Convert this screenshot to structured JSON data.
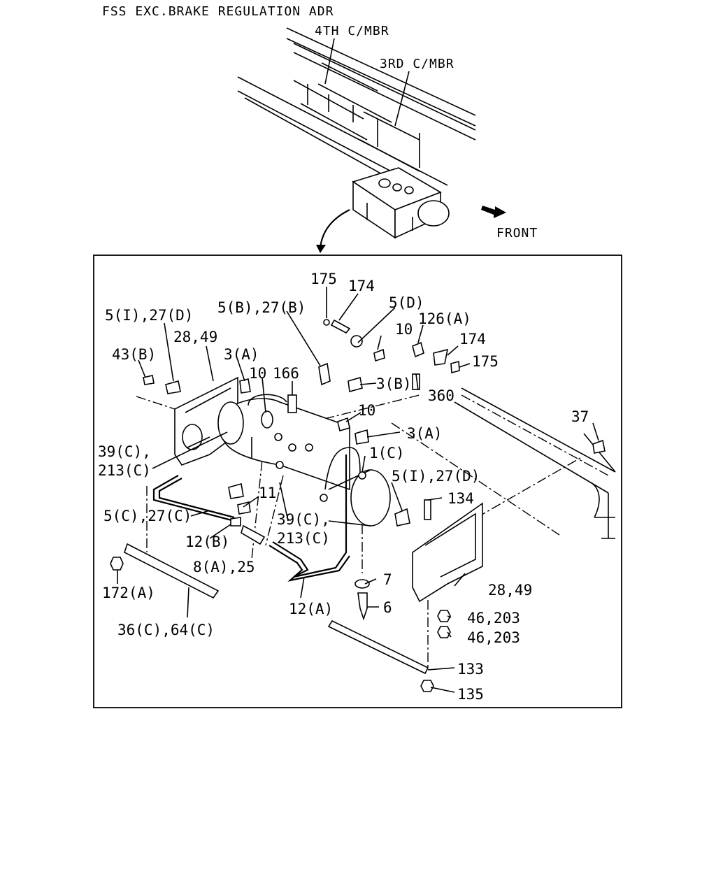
{
  "header": {
    "title": "FSS EXC.BRAKE REGULATION ADR",
    "member_4th": "4TH C/MBR",
    "member_3rd": "3RD C/MBR",
    "front": "FRONT"
  },
  "callouts": {
    "c175_top": "175",
    "c174_top": "174",
    "c5d": "5(D)",
    "c5b27b": "5(B),27(B)",
    "c5i27d_left": "5(I),27(D)",
    "c28_49_left": "28,49",
    "c43b": "43(B)",
    "c3a_left": "3(A)",
    "c10_left": "10",
    "c166": "166",
    "c10_top": "10",
    "c126a": "126(A)",
    "c174_right": "174",
    "c175_right": "175",
    "c3b": "3(B)",
    "c360": "360",
    "c10_mid": "10",
    "c37": "37",
    "c3a_right": "3(A)",
    "c1c": "1(C)",
    "c39c_left": "39(C),",
    "c213c_left": "213(C)",
    "c5i27d_right": "5(I),27(D)",
    "c134": "134",
    "c11": "11",
    "c5c27c": "5(C),27(C)",
    "c39c_mid": "39(C),",
    "c213c_mid": "213(C)",
    "c12b": "12(B)",
    "c8a25": "8(A),25",
    "c7": "7",
    "c28_49_right": "28,49",
    "c172a": "172(A)",
    "c12a": "12(A)",
    "c6": "6",
    "c46_203_a": "46,203",
    "c46_203_b": "46,203",
    "c36c64c": "36(C),64(C)",
    "c133": "133",
    "c135": "135"
  }
}
